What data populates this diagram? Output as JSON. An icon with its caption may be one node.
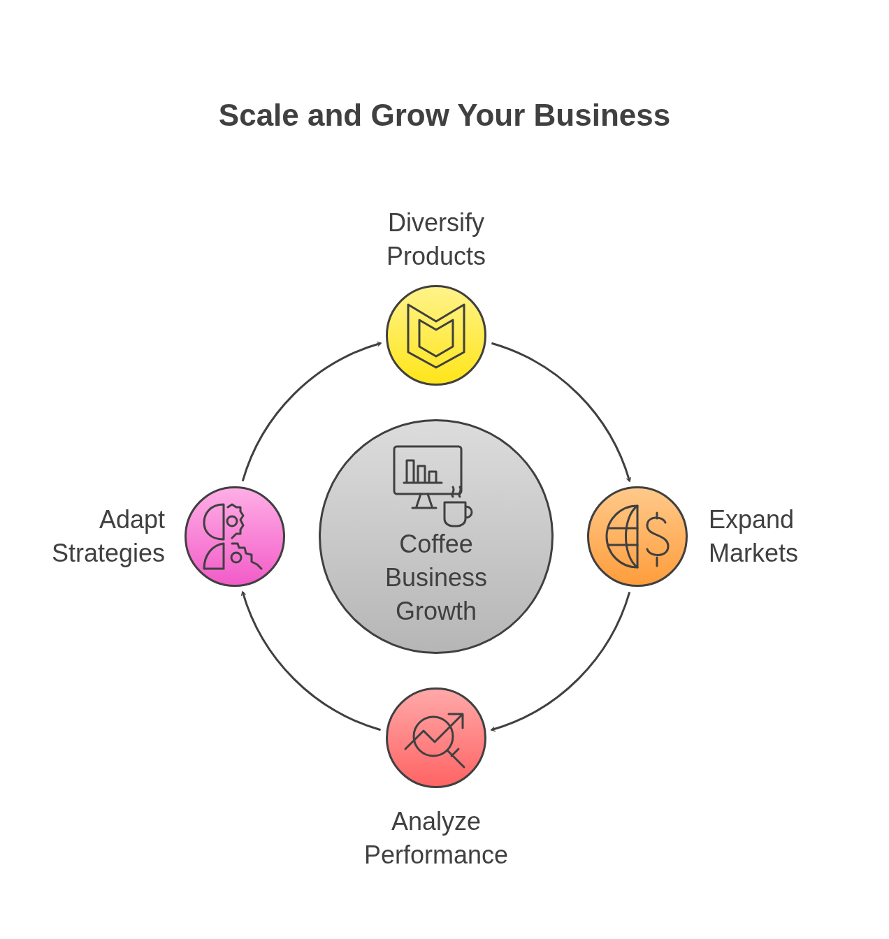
{
  "diagram": {
    "title": "Scale and Grow Your Business",
    "nodes": [
      {
        "text": [
          "Coffee Business Growth"
        ]
      },
      {
        "text": [
          "Diversify Products"
        ]
      },
      {
        "text": [
          "Expand Markets"
        ]
      },
      {
        "text": [
          "Analyze Performance"
        ]
      },
      {
        "text": [
          "Adapt Strategies"
        ]
      }
    ],
    "edges": [
      {
        "from": 1,
        "to": 2,
        "arrow": "to"
      },
      {
        "from": 2,
        "to": 3,
        "arrow": "to"
      },
      {
        "from": 3,
        "to": 4,
        "arrow": "to"
      },
      {
        "from": 4,
        "to": 1,
        "arrow": "to"
      }
    ]
  }
}
